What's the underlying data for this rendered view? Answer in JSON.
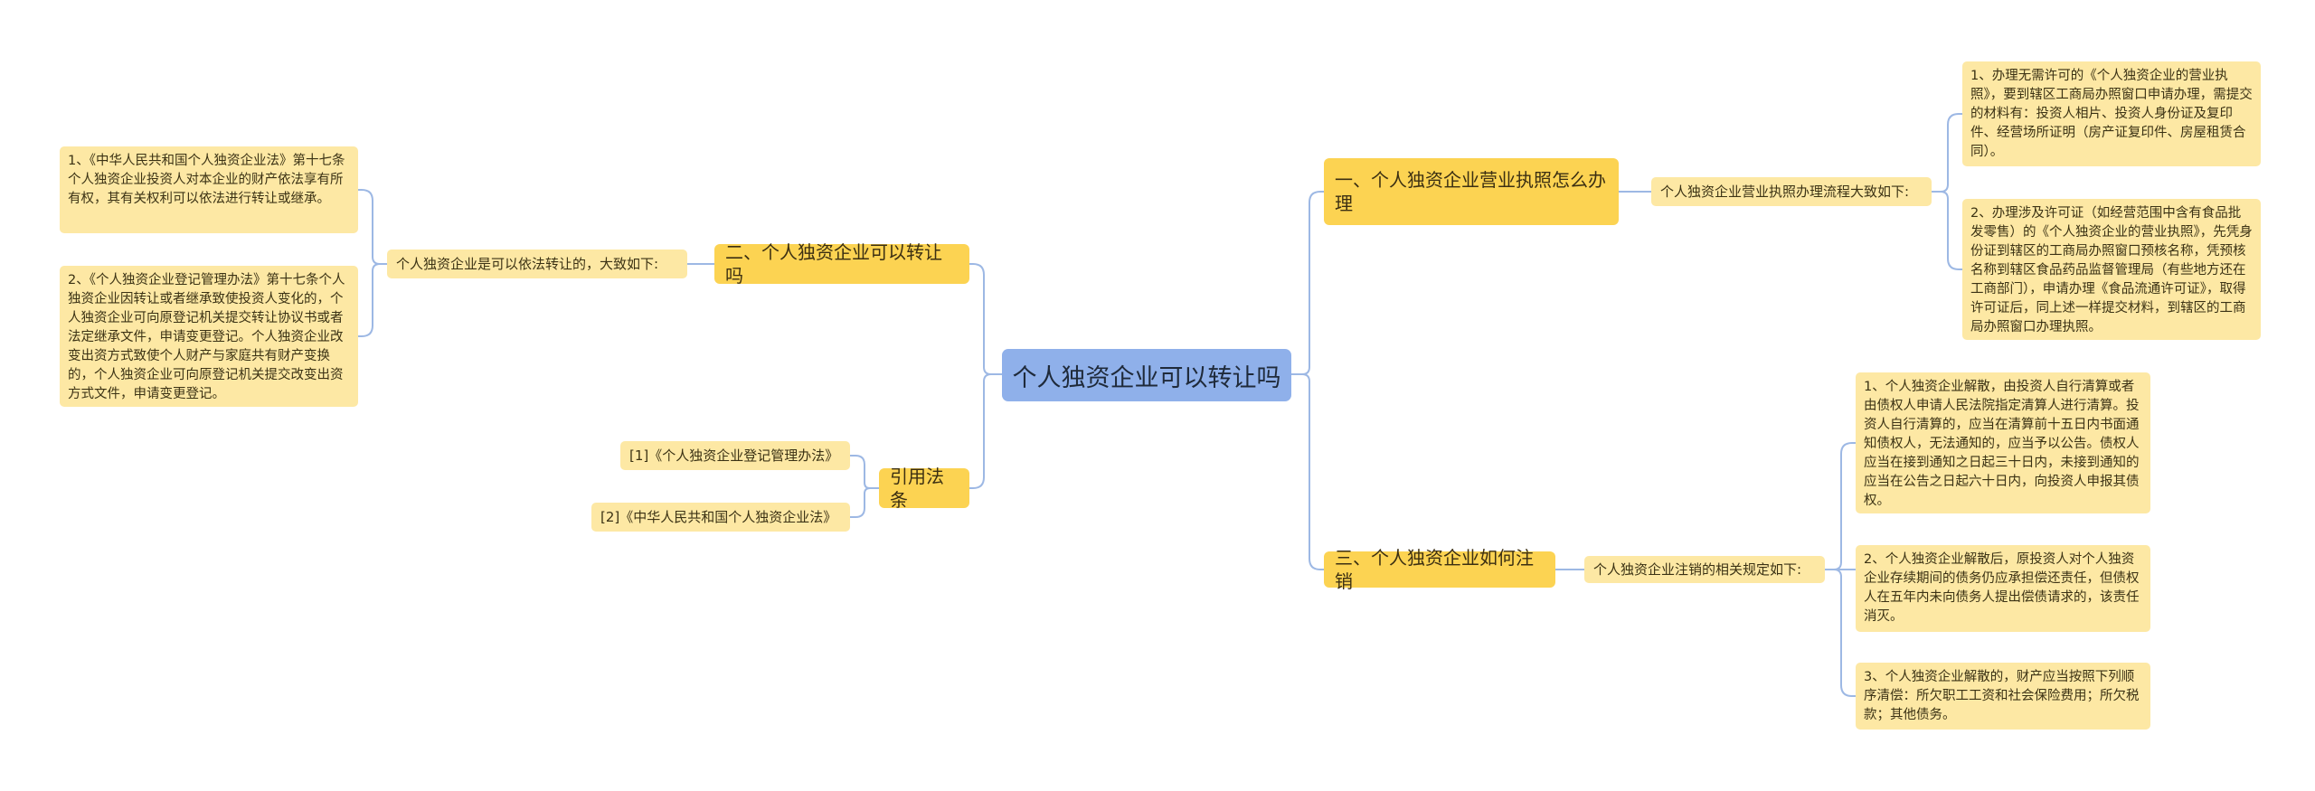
{
  "colors": {
    "root": "#8fb0ea",
    "branch": "#fcd352",
    "leaf": "#fde8a4",
    "link": "#9db8e4"
  },
  "root": "个人独资企业可以转让吗",
  "right": [
    {
      "label": "一、个人独资企业营业执照怎么办理",
      "summary": "个人独资企业营业执照办理流程大致如下:",
      "items": [
        "1、办理无需许可的《个人独资企业的营业执照》，要到辖区工商局办照窗口申请办理，需提交的材料有：投资人相片、投资人身份证及复印件、经营场所证明（房产证复印件、房屋租赁合同）。",
        "2、办理涉及许可证（如经营范围中含有食品批发零售）的《个人独资企业的营业执照》，先凭身份证到辖区的工商局办照窗口预核名称，凭预核名称到辖区食品药品监督管理局（有些地方还在工商部门），申请办理《食品流通许可证》，取得许可证后，同上述一样提交材料，到辖区的工商局办照窗口办理执照。"
      ]
    },
    {
      "label": "三、个人独资企业如何注销",
      "summary": "个人独资企业注销的相关规定如下:",
      "items": [
        "1、个人独资企业解散，由投资人自行清算或者由债权人申请人民法院指定清算人进行清算。投资人自行清算的，应当在清算前十五日内书面通知债权人，无法通知的，应当予以公告。债权人应当在接到通知之日起三十日内，未接到通知的应当在公告之日起六十日内，向投资人申报其债权。",
        "2、个人独资企业解散后，原投资人对个人独资企业存续期间的债务仍应承担偿还责任，但债权人在五年内未向债务人提出偿债请求的，该责任消灭。",
        "3、个人独资企业解散的，财产应当按照下列顺序清偿：所欠职工工资和社会保险费用；所欠税款；其他债务。"
      ]
    }
  ],
  "left": [
    {
      "label": "二、个人独资企业可以转让吗",
      "summary": "个人独资企业是可以依法转让的，大致如下:",
      "items": [
        "1、《中华人民共和国个人独资企业法》第十七条个人独资企业投资人对本企业的财产依法享有所有权，其有关权利可以依法进行转让或继承。",
        "2、《个人独资企业登记管理办法》第十七条个人独资企业因转让或者继承致使投资人变化的，个人独资企业可向原登记机关提交转让协议书或者法定继承文件，申请变更登记。个人独资企业改变出资方式致使个人财产与家庭共有财产变换的，个人独资企业可向原登记机关提交改变出资方式文件，申请变更登记。"
      ]
    },
    {
      "label": "引用法条",
      "items": [
        "[1]《个人独资企业登记管理办法》",
        "[2]《中华人民共和国个人独资企业法》"
      ]
    }
  ]
}
